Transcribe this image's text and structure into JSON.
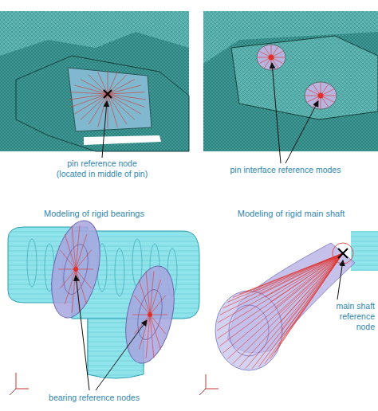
{
  "diagram": {
    "labels": [
      "pin reference node",
      "(located in middle of pin)",
      "pin interface reference modes",
      "Modeling of rigid bearings",
      "Modeling of rigid main shaft",
      "main shaft reference node",
      "bearing reference nodes"
    ]
  }
}
